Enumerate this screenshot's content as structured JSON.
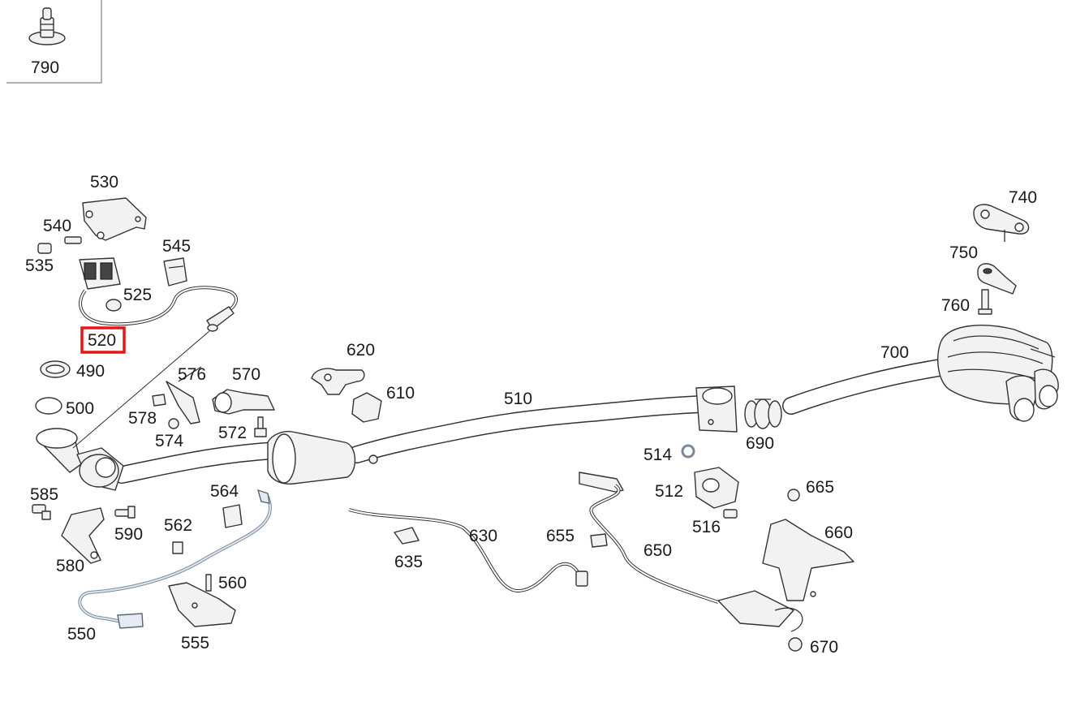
{
  "diagram": {
    "highlighted_part": "520",
    "highlight_color": "#e8141a",
    "parts": {
      "p490": "490",
      "p500": "500",
      "p510": "510",
      "p512": "512",
      "p514": "514",
      "p516": "516",
      "p520": "520",
      "p525": "525",
      "p530": "530",
      "p535": "535",
      "p540": "540",
      "p545": "545",
      "p550": "550",
      "p555": "555",
      "p560": "560",
      "p562": "562",
      "p564": "564",
      "p570": "570",
      "p572": "572",
      "p574": "574",
      "p576": "576",
      "p578": "578",
      "p580": "580",
      "p585": "585",
      "p590": "590",
      "p610": "610",
      "p620": "620",
      "p630": "630",
      "p635": "635",
      "p650": "650",
      "p655": "655",
      "p660": "660",
      "p665": "665",
      "p670": "670",
      "p690": "690",
      "p700": "700",
      "p740": "740",
      "p750": "750",
      "p760": "760",
      "p790": "790"
    }
  }
}
